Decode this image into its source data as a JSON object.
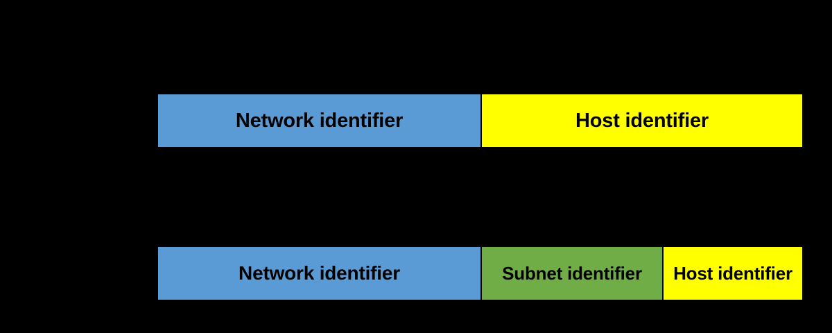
{
  "diagram": {
    "background_color": "#000000",
    "text_color": "#000000",
    "colors": {
      "network": "#5B9BD5",
      "subnet": "#70AD47",
      "host": "#FFFF00"
    },
    "rows": [
      {
        "id": "unsubnetted-address",
        "segments": [
          {
            "id": "network",
            "label": "Network identifier",
            "color": "#5B9BD5"
          },
          {
            "id": "host",
            "label": "Host identifier",
            "color": "#FFFF00"
          }
        ]
      },
      {
        "id": "subnetted-address",
        "segments": [
          {
            "id": "network",
            "label": "Network identifier",
            "color": "#5B9BD5"
          },
          {
            "id": "subnet",
            "label": "Subnet identifier",
            "color": "#70AD47"
          },
          {
            "id": "host",
            "label": "Host identifier",
            "color": "#FFFF00"
          }
        ]
      }
    ]
  }
}
